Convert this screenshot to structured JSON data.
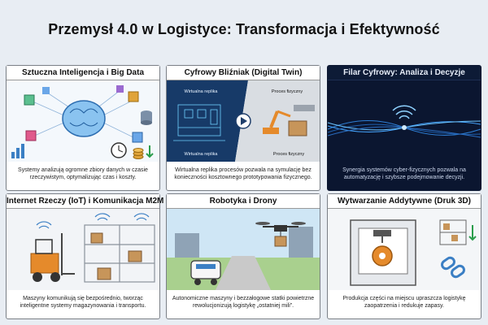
{
  "title": "Przemysł 4.0 w Logistyce: Transformacja i Efektywność",
  "cards": [
    {
      "heading": "Sztuczna Inteligencja i Big Data",
      "caption": "Systemy analizują ogromne zbiory danych w czasie rzeczywistym, optymalizując czas i koszty."
    },
    {
      "heading": "Cyfrowy Bliźniak (Digital Twin)",
      "caption": "Wirtualna replika procesów pozwala na symulację bez konieczności kosztownego prototypowania fizycznego.",
      "labels": {
        "virtual_top": "Wirtualna replika",
        "physical_top": "Proces fizyczny",
        "virtual_bottom": "Wirtualna replika",
        "physical_bottom": "Proces fizyczny"
      }
    },
    {
      "heading": "Filar Cyfrowy: Analiza i Decyzje",
      "caption": "Synergia systemów cyber-fizycznych pozwala na automatyzację i szybsze podejmowanie decyzji."
    },
    {
      "heading": "Internet Rzeczy (IoT) i Komunikacja M2M",
      "caption": "Maszyny komunikują się bezpośrednio, tworząc inteligentne systemy magazynowania i transportu."
    },
    {
      "heading": "Robotyka i Drony",
      "caption": "Autonomiczne maszyny i bezzałogowe statki powietrzne rewolucjonizują logistykę „ostatniej mili”."
    },
    {
      "heading": "Wytwarzanie Addytywne (Druk 3D)",
      "caption": "Produkcja części na miejscu upraszcza logistykę zaopatrzenia i redukuje zapasy."
    }
  ],
  "colors": {
    "background": "#e8edf3",
    "accent_blue": "#3b7fc4",
    "accent_orange": "#e58a2b",
    "dark_panel": "#0b1630"
  }
}
